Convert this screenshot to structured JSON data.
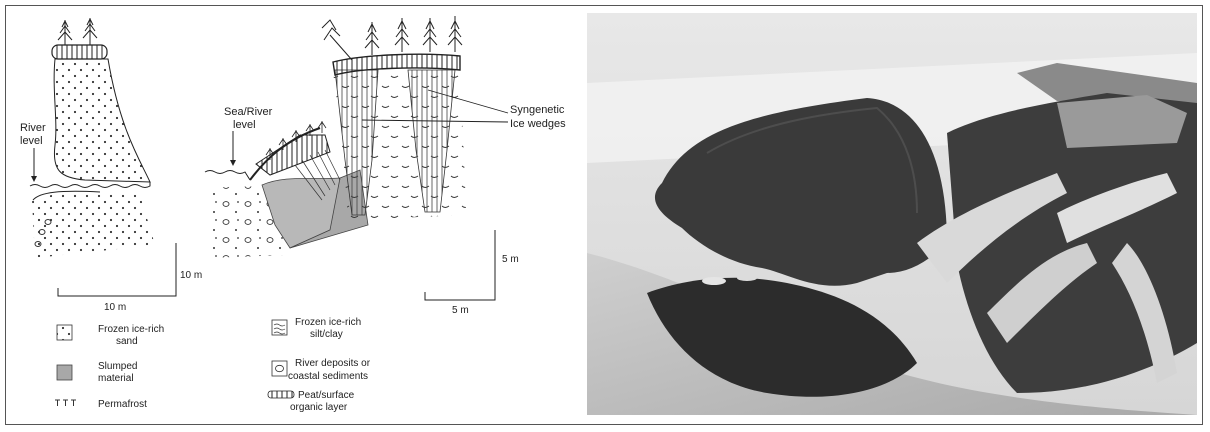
{
  "diagram": {
    "river_level_label": [
      "River",
      "level"
    ],
    "sea_river_level_label": [
      "Sea/River",
      "level"
    ],
    "syngenetic_label": [
      "Syngenetic",
      "Ice wedges"
    ],
    "scale_left_vertical": "10 m",
    "scale_left_horizontal": "10 m",
    "scale_right_vertical": "5 m",
    "scale_right_horizontal": "5 m"
  },
  "legend": {
    "items": [
      {
        "icon": "dots-pattern",
        "label": [
          "Frozen ice-rich",
          "sand"
        ]
      },
      {
        "icon": "solid-gray-swatch",
        "label": [
          "Slumped",
          "material"
        ]
      },
      {
        "icon": "permafrost-symbol",
        "label": [
          "Permafrost"
        ]
      },
      {
        "icon": "wavy-lines-pattern",
        "label": [
          "Frozen ice-rich",
          "silt/clay"
        ]
      },
      {
        "icon": "circles-pattern",
        "label": [
          "River deposits or",
          "coastal sediments"
        ]
      },
      {
        "icon": "hatched-bar-pattern",
        "label": [
          "Peat/surface",
          "organic layer"
        ]
      }
    ]
  },
  "photo": {
    "description_icon": "riverbank-thaw-slump-photo"
  }
}
